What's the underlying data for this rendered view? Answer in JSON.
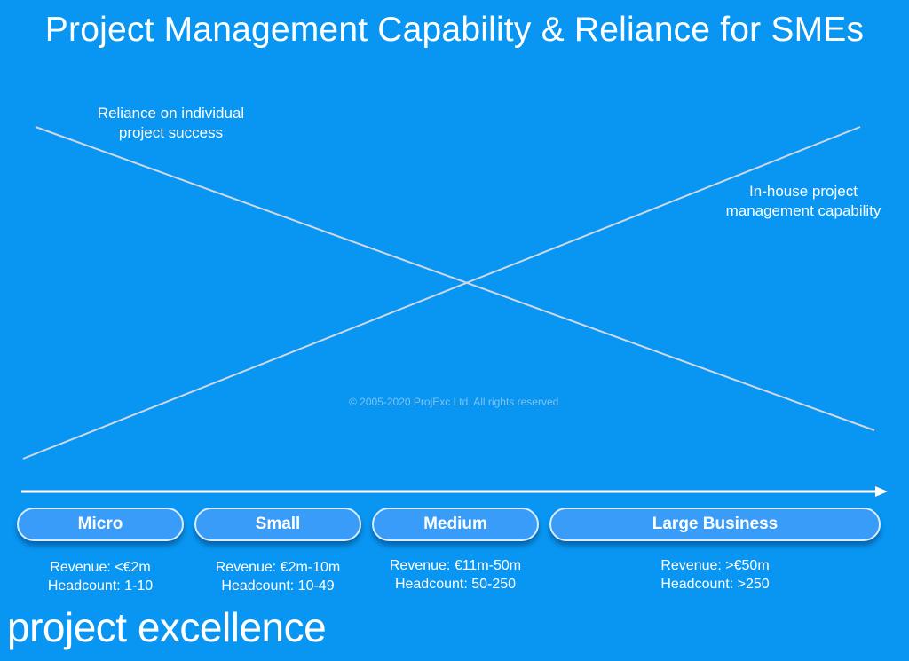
{
  "title": "Project Management Capability & Reliance for SMEs",
  "reliance_label": [
    "Reliance on individual",
    "project success"
  ],
  "capability_label": [
    "In-house project",
    "management capability"
  ],
  "copyright": "© 2005-2020 ProjExc Ltd.  All rights reserved",
  "categories": [
    {
      "name": "Micro",
      "revenue": "Revenue: <€2m",
      "headcount": "Headcount: 1-10"
    },
    {
      "name": "Small",
      "revenue": "Revenue: €2m-10m",
      "headcount": "Headcount: 10-49"
    },
    {
      "name": "Medium",
      "revenue": "Revenue: €11m-50m",
      "headcount": "Headcount: 50-250"
    },
    {
      "name": "Large Business",
      "revenue": "Revenue: >€50m",
      "headcount": "Headcount: >250"
    }
  ],
  "brand": "project excellence",
  "colors": {
    "background": "#0896f2",
    "pill": "#3a9cf9",
    "line": "#d0d8e8"
  }
}
